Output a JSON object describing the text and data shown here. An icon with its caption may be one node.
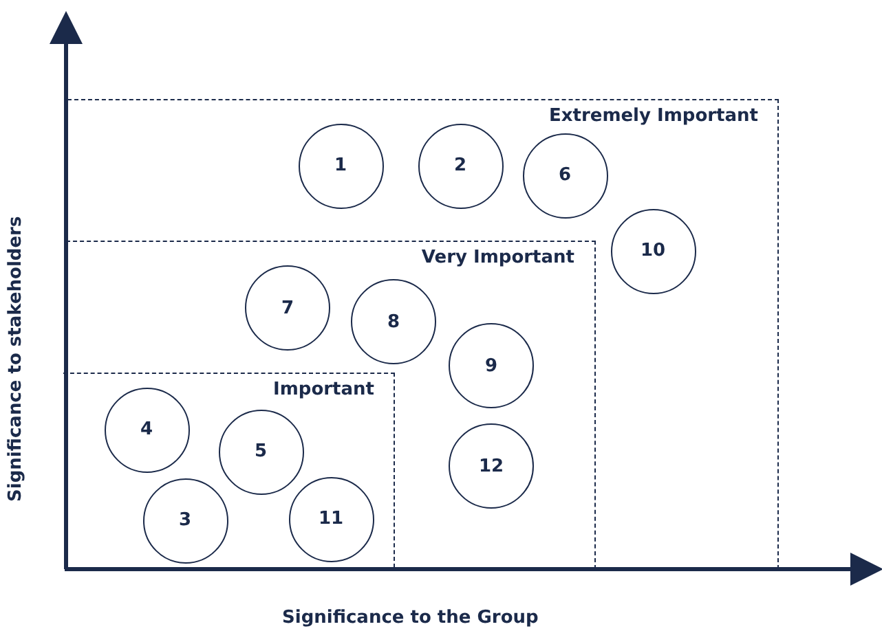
{
  "diagram": {
    "nodes": [
      {
        "text": [
          "Extremely Important"
        ]
      },
      {
        "text": [
          "1"
        ],
        "in": 0
      },
      {
        "text": [
          "2"
        ],
        "in": 0
      },
      {
        "text": [
          "6"
        ],
        "in": 0
      },
      {
        "text": [
          "10"
        ],
        "in": 0
      },
      {
        "text": [
          "Very Important"
        ],
        "in": 0
      },
      {
        "text": [
          "7"
        ],
        "in": 5
      },
      {
        "text": [
          "8"
        ],
        "in": 5
      },
      {
        "text": [
          "9"
        ],
        "in": 5
      },
      {
        "text": [
          "12"
        ],
        "in": 5
      },
      {
        "text": [
          "Important"
        ],
        "in": 5
      },
      {
        "text": [
          "4"
        ],
        "in": 10
      },
      {
        "text": [
          "5"
        ],
        "in": 10
      },
      {
        "text": [
          "3"
        ],
        "in": 10
      },
      {
        "text": [
          "11"
        ],
        "in": 10
      }
    ],
    "edges": [],
    "labels": [
      "Significance to stakeholders",
      "Significance to the Group"
    ]
  }
}
